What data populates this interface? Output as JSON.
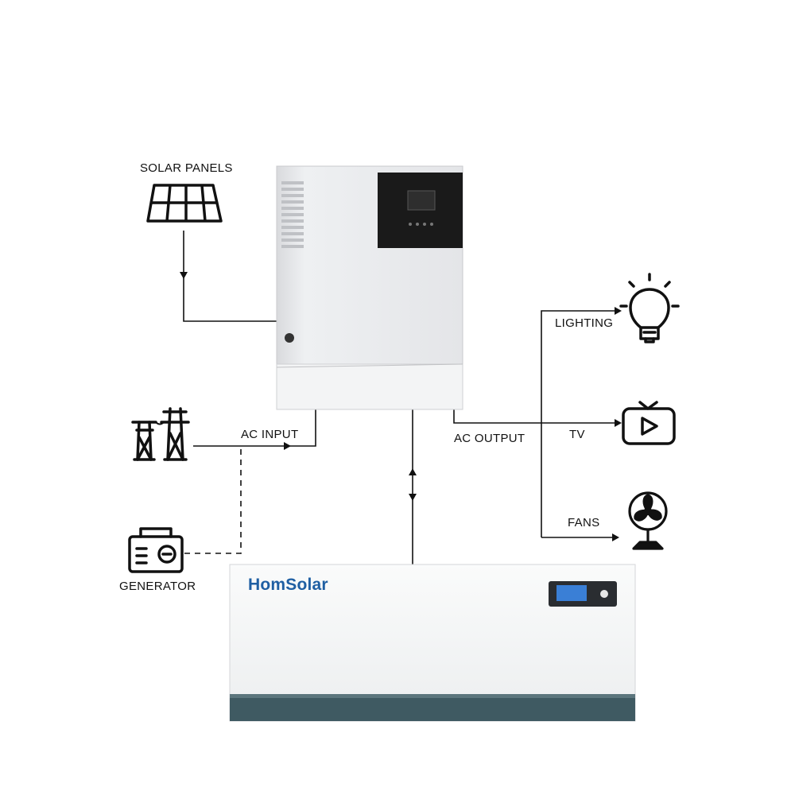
{
  "labels": {
    "solar": "SOLAR PANELS",
    "ac_input": "AC INPUT",
    "ac_output": "AC OUTPUT",
    "generator": "GENERATOR",
    "lighting": "LIGHTING",
    "tv": "TV",
    "fans": "FANS"
  },
  "battery": {
    "brand": "HomSolar"
  },
  "colors": {
    "line": "#111111",
    "inverter_body": "#e9eaec",
    "inverter_panel": "#1a1a1a",
    "battery_body": "#f4f5f6",
    "battery_stripe": "#3f5a62",
    "brand": "#1f5fa3",
    "lcd": "#3a7fd6"
  },
  "icons": {
    "solar": "solar-panel-icon",
    "grid": "power-tower-icon",
    "generator": "generator-icon",
    "lighting": "lightbulb-icon",
    "tv": "tv-play-icon",
    "fans": "fan-icon"
  }
}
